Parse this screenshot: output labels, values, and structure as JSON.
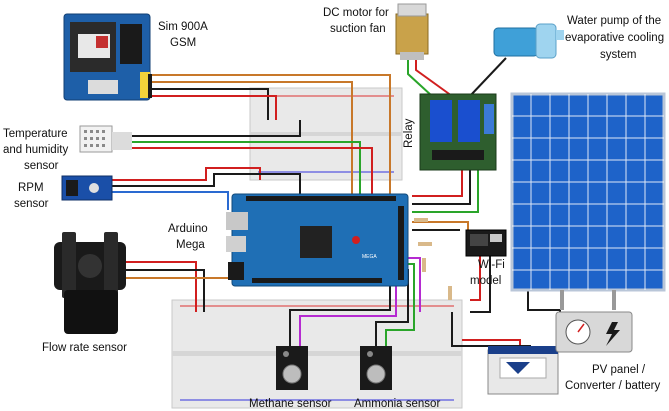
{
  "labels": {
    "gsm_line1": "Sim 900A",
    "gsm_line2": "GSM",
    "motor_line1": "DC motor for",
    "motor_line2": "suction fan",
    "pump_line1": "Water pump of the",
    "pump_line2": "evaporative cooling",
    "pump_line3": "system",
    "temp_line1": "Temperature",
    "temp_line2": "and humidity",
    "temp_line3": "sensor",
    "relay": "Relay",
    "rpm_line1": "RPM",
    "rpm_line2": "sensor",
    "arduino_line1": "Arduino",
    "arduino_line2": "Mega",
    "wifi_line1": "Wi-Fi",
    "wifi_line2": "model",
    "flow": "Flow rate sensor",
    "pv_line1": "PV panel /",
    "pv_line2": "Converter / battery",
    "methane": "Methane sensor",
    "ammonia": "Ammonia sensor"
  },
  "colors": {
    "arduino_blue": "#1f6fb5",
    "relay_blue": "#1a4fcf",
    "pcb_green": "#2e5e2e",
    "solar_blue": "#1e63c9",
    "wire_red": "#d11f1f",
    "wire_black": "#1a1a1a",
    "wire_green": "#2aa52a",
    "wire_orange": "#c8782a",
    "wire_purple": "#b52ad1",
    "wire_blue": "#2a6ad1"
  }
}
